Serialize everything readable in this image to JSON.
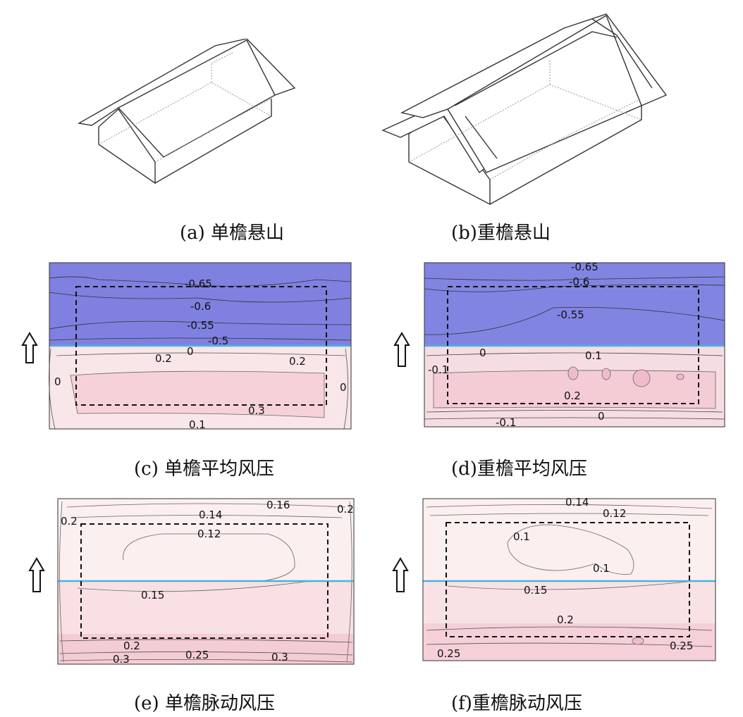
{
  "captions": {
    "a": "(a)  单檐悬山",
    "b": "(b)重檐悬山",
    "c": "(c)  单檐平均风压",
    "d": "(d)重檐平均风压",
    "e": "(e)  单檐脉动风压",
    "f": "(f)重檐脉动风压"
  },
  "contour_labels": {
    "c": [
      "-0.65",
      "-0.6",
      "-0.55",
      "-0.5",
      "0",
      "0.2",
      "0.2",
      "0",
      "0",
      "0.3",
      "0.1"
    ],
    "d": [
      "-0.65",
      "-0.6",
      "-0.55",
      "0",
      "0.1",
      "-0.1",
      "0.2",
      "0",
      "-0.1"
    ],
    "e": [
      "0.16",
      "0.2",
      "0.2",
      "0.14",
      "0.12",
      "0.15",
      "0.2",
      "0.25",
      "0.3",
      "0.3"
    ],
    "f": [
      "0.14",
      "0.12",
      "0.1",
      "0.1",
      "0.15",
      "0.2",
      "0.25",
      "0.25"
    ]
  },
  "colors": {
    "suction": "#7b7ee0",
    "pressure": "#f7dde0",
    "ridge_line": "#4ab3e0",
    "outline": "#222222"
  },
  "icons": {
    "wind_arrow": "wind-direction-arrow"
  }
}
